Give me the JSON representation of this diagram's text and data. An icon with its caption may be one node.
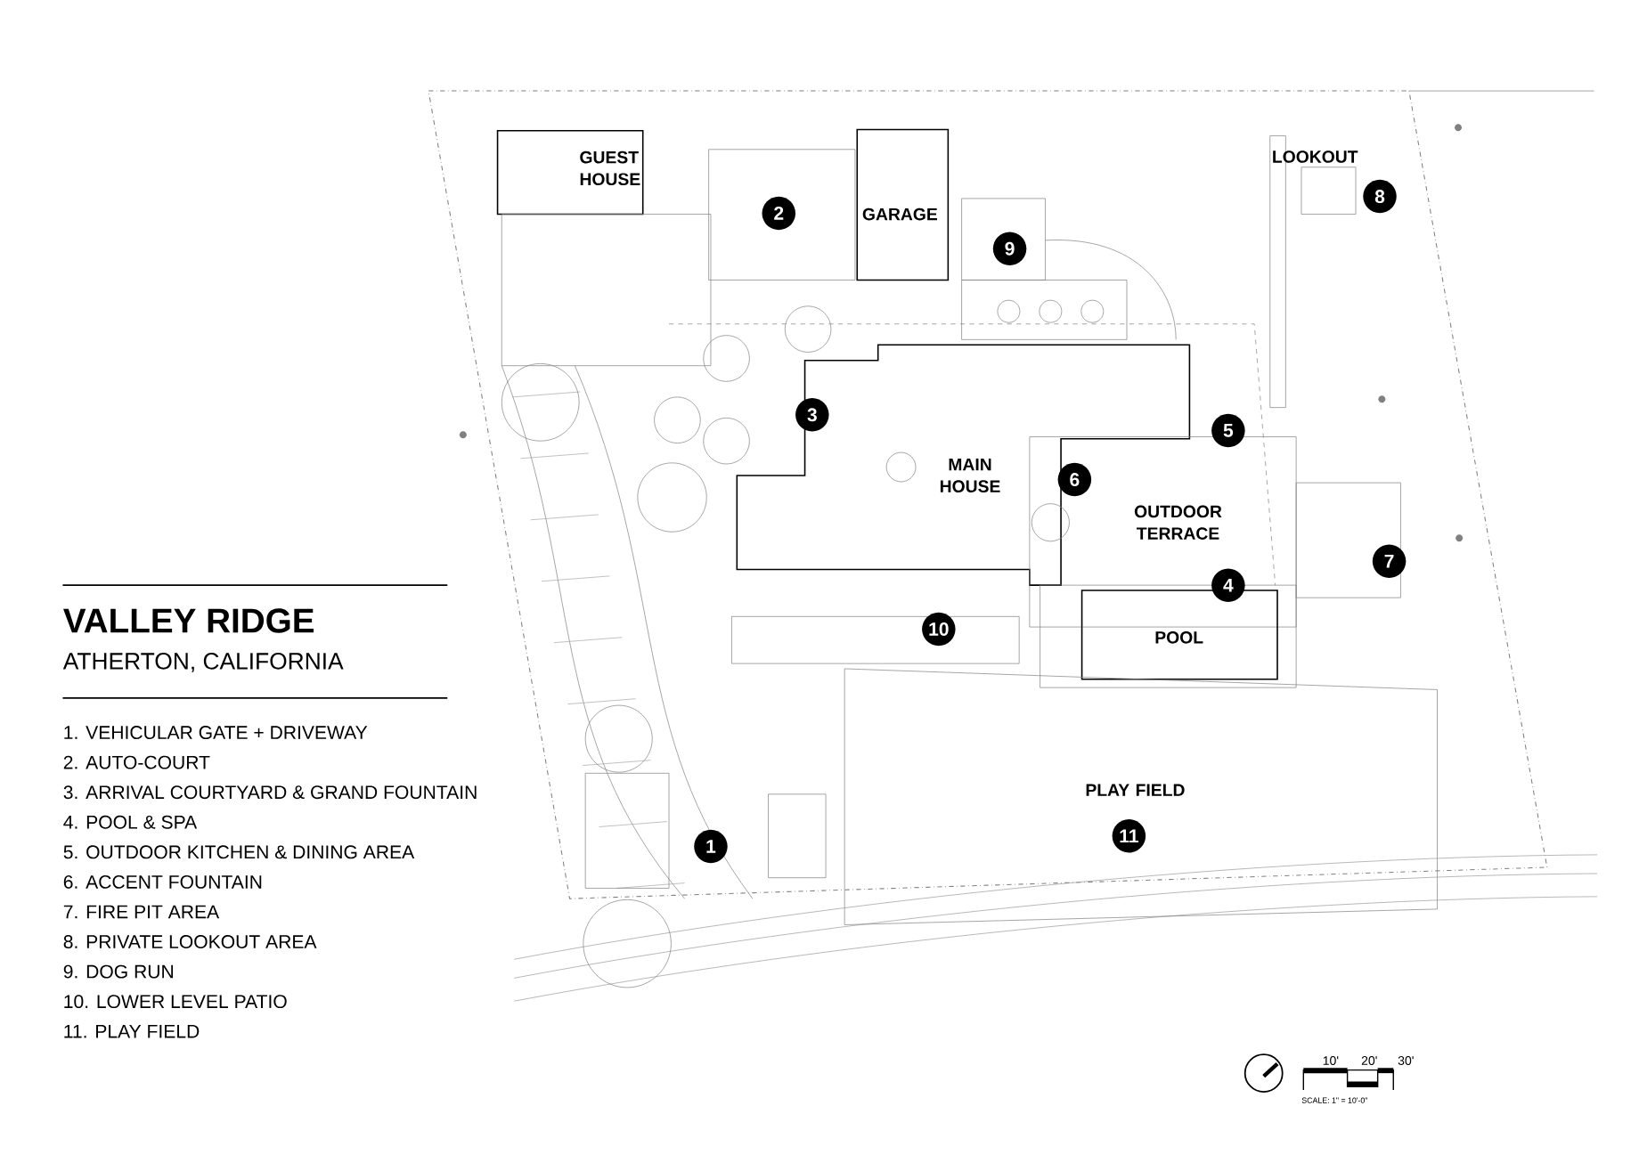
{
  "diagram": {
    "title": "VALLEY RIDGE",
    "labels": [
      "ATHERTON, CALIFORNIA",
      "1. VEHICULAR GATE + DRIVEWAY",
      "2. AUTO-COURT",
      "3. ARRIVAL COURTYARD & GRAND FOUNTAIN",
      "4. POOL & SPA",
      "5. OUTDOOR KITCHEN & DINING AREA",
      "6. ACCENT FOUNTAIN",
      "7. FIRE PIT AREA",
      "8. PRIVATE LOOKOUT AREA",
      "9. DOG RUN",
      "10. LOWER LEVEL PATIO",
      "11. PLAY FIELD",
      "GUEST HOUSE",
      "GARAGE",
      "LOOKOUT",
      "MAIN HOUSE",
      "OUTDOOR TERRACE",
      "POOL",
      "PLAY FIELD",
      "1",
      "2",
      "3",
      "4",
      "5",
      "6",
      "7",
      "8",
      "9",
      "10",
      "11",
      "10'",
      "20'",
      "30'",
      "SCALE: 1\" = 10'-0\""
    ]
  }
}
